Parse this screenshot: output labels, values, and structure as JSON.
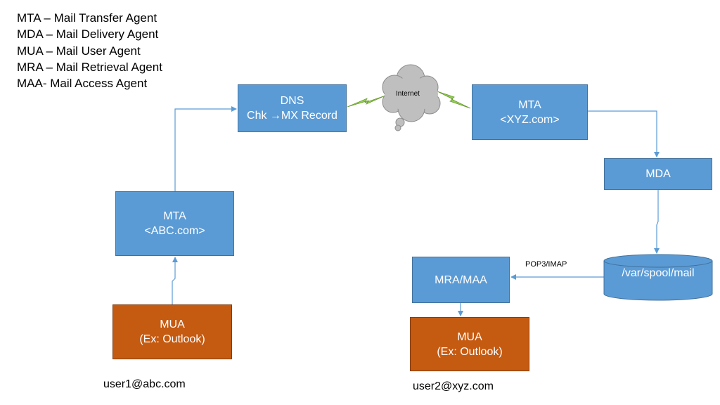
{
  "legend": [
    "MTA – Mail Transfer Agent",
    "MDA – Mail Delivery Agent",
    "MUA – Mail User Agent",
    "MRA – Mail Retrieval Agent",
    "MAA- Mail Access Agent"
  ],
  "nodes": {
    "dns": {
      "line1": "DNS",
      "line2": "Chk →MX Record"
    },
    "mta_xyz": {
      "line1": "MTA",
      "line2": "<XYZ.com>"
    },
    "mda": {
      "label": "MDA"
    },
    "mta_abc": {
      "line1": "MTA",
      "line2": "<ABC.com>"
    },
    "mra": {
      "label": "MRA/MAA"
    },
    "mua1": {
      "line1": "MUA",
      "line2": "(Ex: Outlook)"
    },
    "mua2": {
      "line1": "MUA",
      "line2": "(Ex: Outlook)"
    },
    "spool": {
      "label": "/var/spool/mail"
    },
    "internet": {
      "label": "Internet"
    }
  },
  "edge_labels": {
    "pop3_imap": "POP3/IMAP"
  },
  "users": {
    "user1": "user1@abc.com",
    "user2": "user2@xyz.com"
  },
  "colors": {
    "box_fill": "#5b9bd5",
    "box_border": "#41719c",
    "mua_fill": "#c55a11",
    "mua_border": "#843c0c",
    "connector": "#5b9bd5",
    "cloud": "#bfbfbf",
    "lightning": "#92d050"
  }
}
